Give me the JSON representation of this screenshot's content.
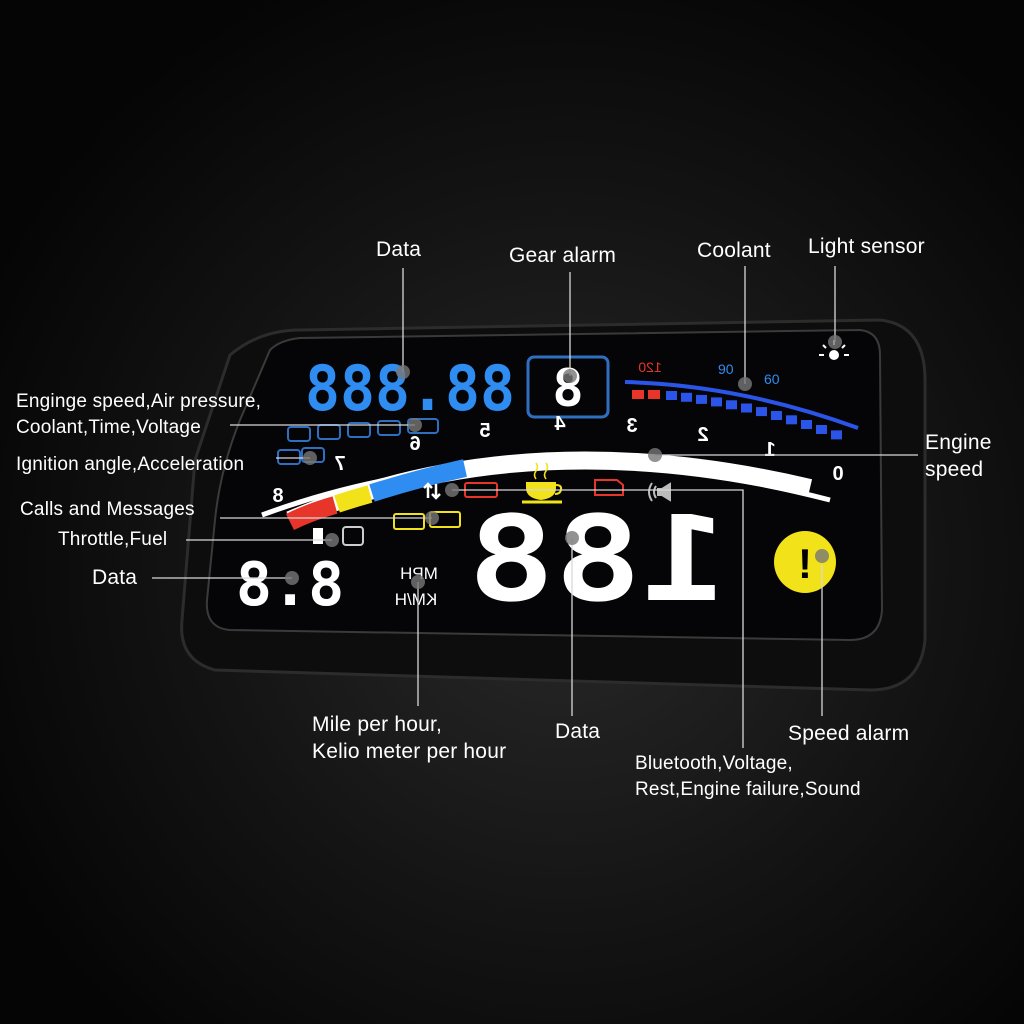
{
  "labels": {
    "data_top": "Data",
    "gear_alarm": "Gear alarm",
    "coolant": "Coolant",
    "light_sensor": "Light sensor",
    "engine_speed_1": "Engine",
    "engine_speed_2": "speed",
    "multi_1": "Enginge speed,Air pressure,",
    "multi_2": "Coolant,Time,Voltage",
    "ignition": "Ignition angle,Acceleration",
    "calls": "Calls and Messages",
    "throttle": "Throttle,Fuel",
    "data_left": "Data",
    "mph_1": "Mile per hour,",
    "mph_2": "Kelio meter per hour",
    "data_bottom": "Data",
    "bluetooth_1": "Bluetooth,Voltage,",
    "bluetooth_2": "Rest,Engine failure,Sound",
    "speed_alarm": "Speed alarm"
  },
  "display": {
    "data_readout": "88.888",
    "gear": "8",
    "coolant_scale": [
      "120",
      "90",
      "60"
    ],
    "rpm_scale": [
      "8",
      "7",
      "6",
      "5",
      "4",
      "3",
      "2",
      "1",
      "0"
    ],
    "unit_mph": "MPH",
    "unit_kmh": "KM/H",
    "speed": "188",
    "small_readout": "8.8",
    "speed_alarm_symbol": "!",
    "colors": {
      "blue": "#2f8cf0",
      "red": "#e8352a",
      "yellow": "#f2e21a",
      "white": "#ffffff"
    }
  }
}
